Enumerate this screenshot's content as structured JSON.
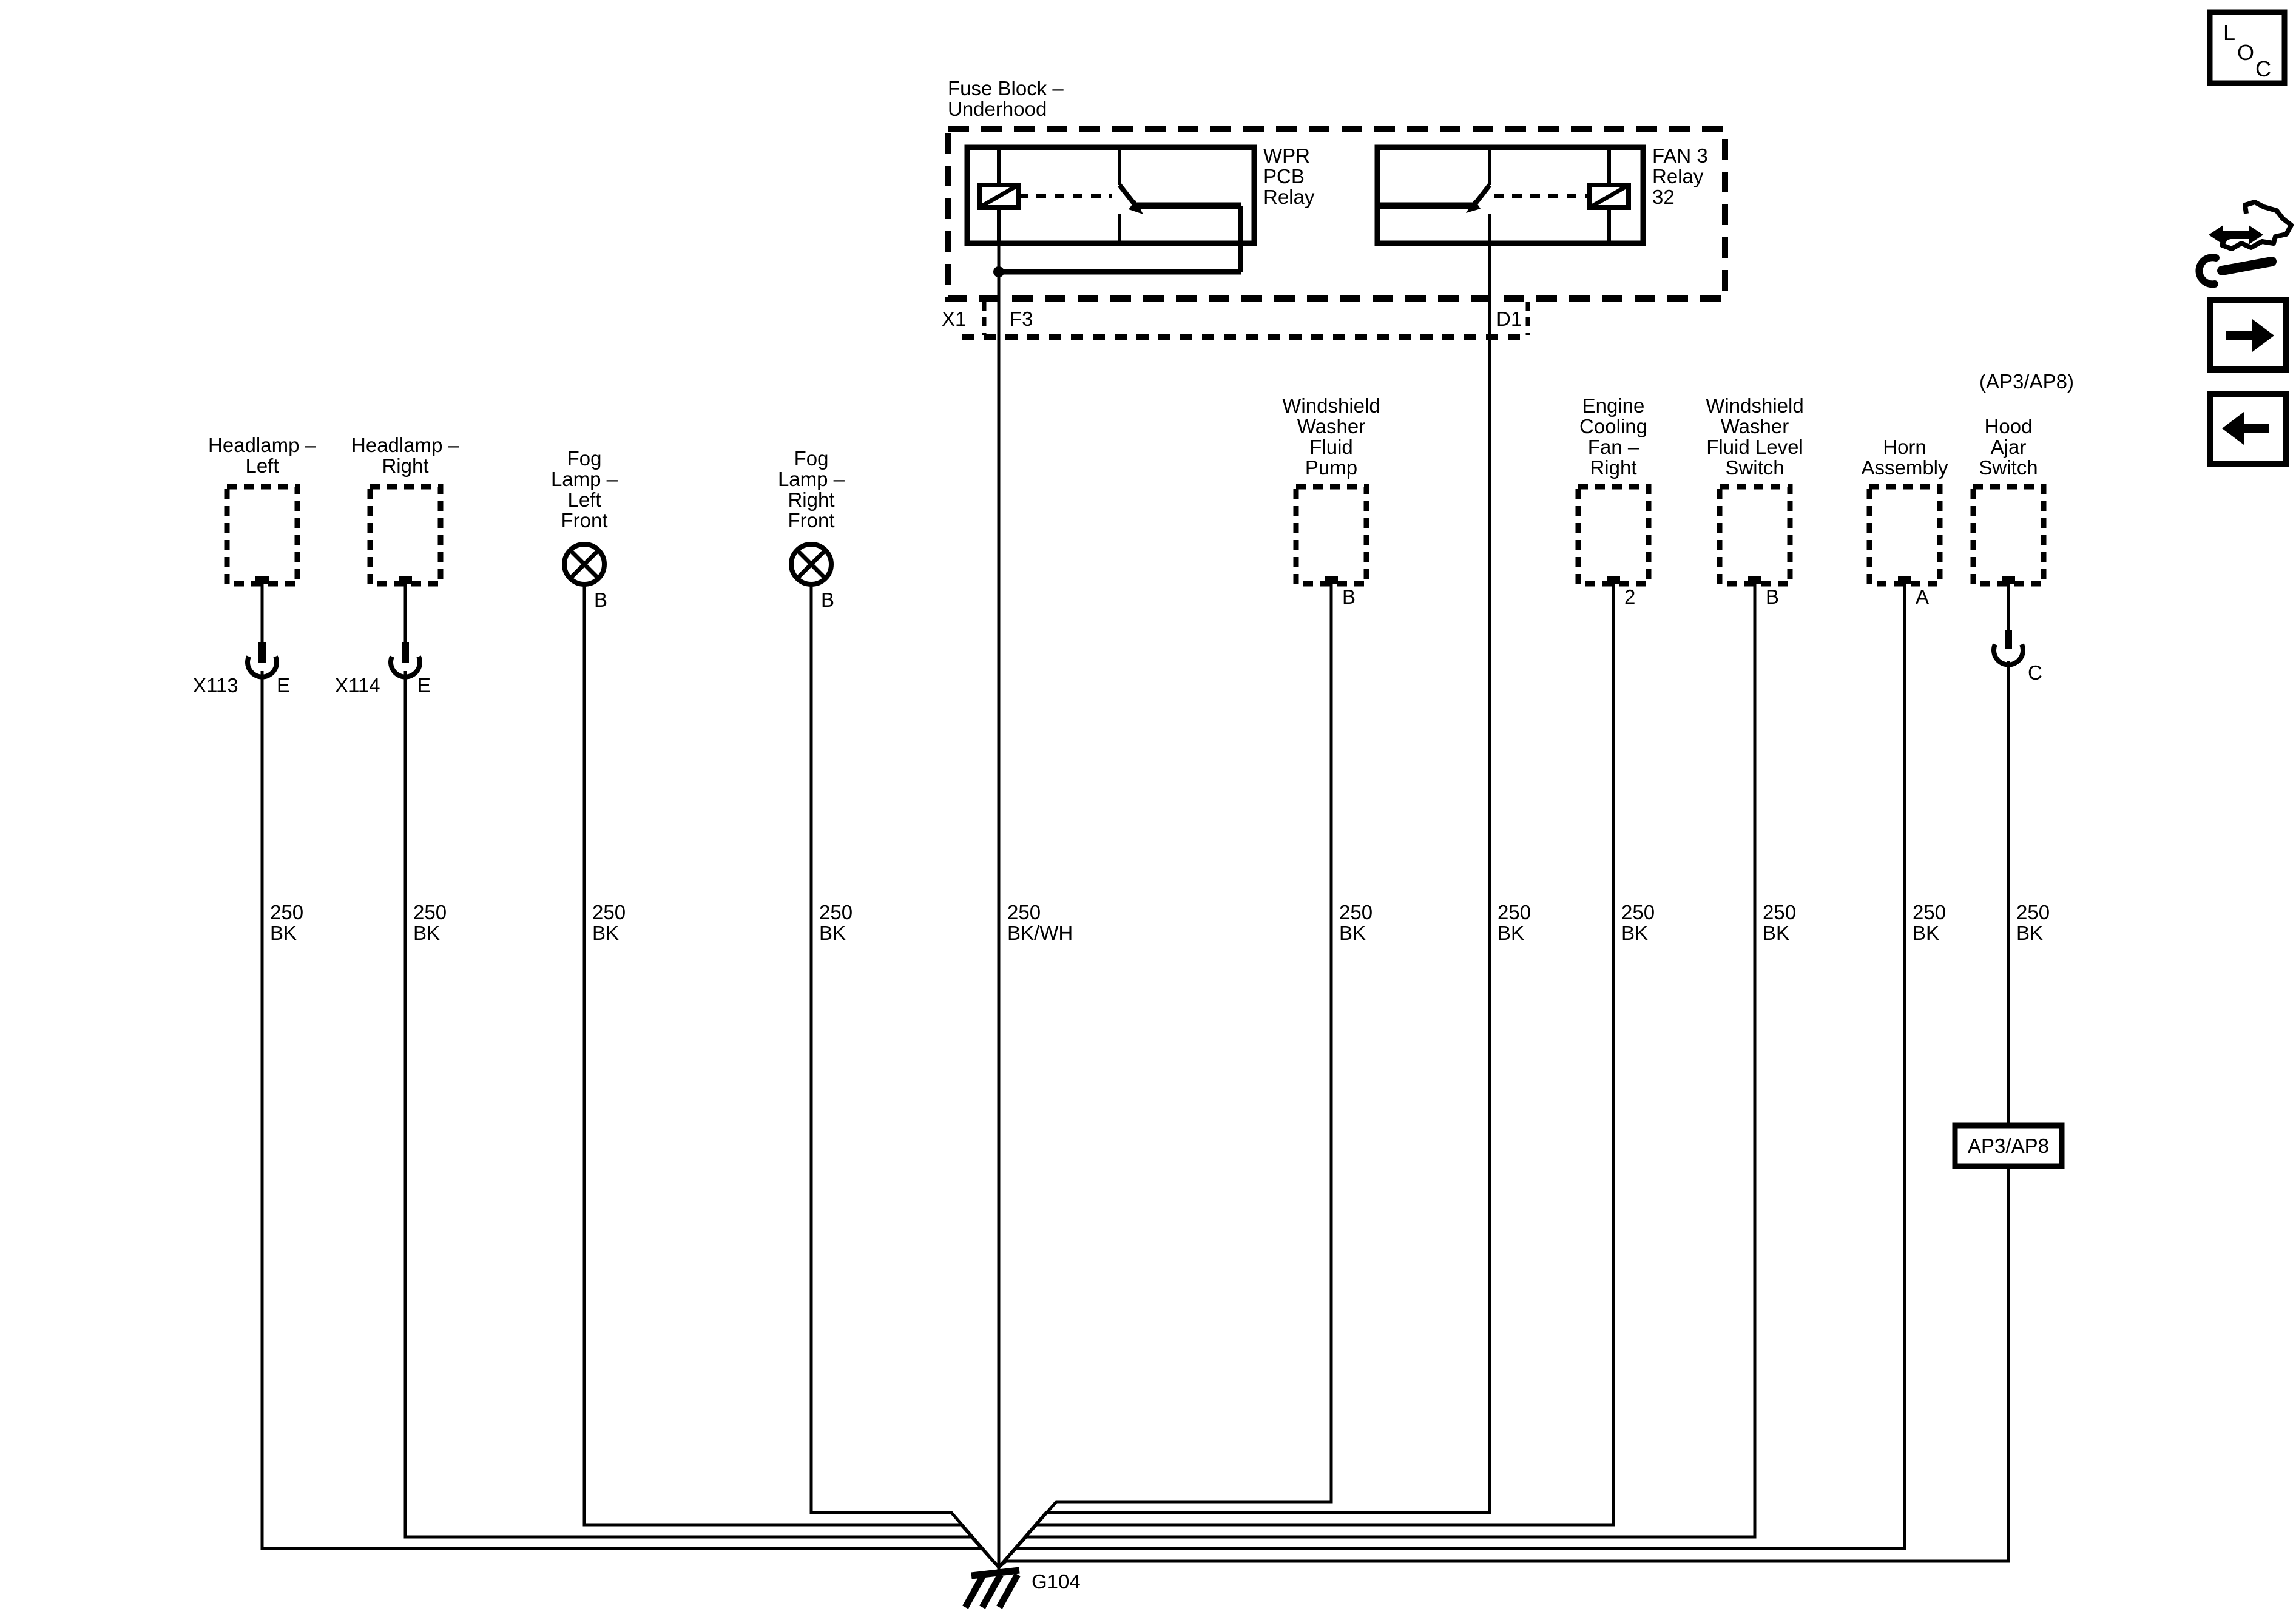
{
  "diagram": {
    "fuse_block": {
      "label_line1": "Fuse Block –",
      "label_line2": "Underhood"
    },
    "wpr_relay": {
      "line1": "WPR",
      "line2": "PCB",
      "line3": "Relay"
    },
    "fan_relay": {
      "line1": "FAN 3",
      "line2": "Relay",
      "line3": "32"
    },
    "connector_strip": {
      "x1": "X1",
      "f3": "F3",
      "d1": "D1"
    },
    "components": {
      "headlamp_left": {
        "line1": "Headlamp –",
        "line2": "Left"
      },
      "headlamp_right": {
        "line1": "Headlamp –",
        "line2": "Right"
      },
      "fog_lamp_left": {
        "line1": "Fog",
        "line2": "Lamp –",
        "line3": "Left",
        "line4": "Front",
        "pin": "B"
      },
      "fog_lamp_right": {
        "line1": "Fog",
        "line2": "Lamp –",
        "line3": "Right",
        "line4": "Front",
        "pin": "B"
      },
      "washer_pump": {
        "line1": "Windshield",
        "line2": "Washer",
        "line3": "Fluid",
        "line4": "Pump",
        "pin": "B"
      },
      "cooling_fan": {
        "line1": "Engine",
        "line2": "Cooling",
        "line3": "Fan –",
        "line4": "Right",
        "pin": "2"
      },
      "washer_level": {
        "line1": "Windshield",
        "line2": "Washer",
        "line3": "Fluid Level",
        "line4": "Switch",
        "pin": "B"
      },
      "horn": {
        "line1": "Horn",
        "line2": "Assembly",
        "pin": "A"
      },
      "hood_ajar": {
        "line1": "Hood",
        "line2": "Ajar",
        "line3": "Switch",
        "pin": "C",
        "harness_note": "(AP3/AP8)",
        "inline_connector": "AP3/AP8"
      }
    },
    "inline_connectors": {
      "x113": {
        "name": "X113",
        "pin": "E"
      },
      "x114": {
        "name": "X114",
        "pin": "E"
      }
    },
    "wires": {
      "hl_left": {
        "gauge": "250",
        "color": "BK"
      },
      "hl_right": {
        "gauge": "250",
        "color": "BK"
      },
      "fog_left": {
        "gauge": "250",
        "color": "BK"
      },
      "fog_right": {
        "gauge": "250",
        "color": "BK"
      },
      "f3": {
        "gauge": "250",
        "color": "BK/WH"
      },
      "pump": {
        "gauge": "250",
        "color": "BK"
      },
      "d1": {
        "gauge": "250",
        "color": "BK"
      },
      "fan": {
        "gauge": "250",
        "color": "BK"
      },
      "level": {
        "gauge": "250",
        "color": "BK"
      },
      "horn": {
        "gauge": "250",
        "color": "BK"
      },
      "hood": {
        "gauge": "250",
        "color": "BK"
      }
    },
    "ground": {
      "name": "G104"
    },
    "nav": {
      "loc_l": "L",
      "loc_o": "O",
      "loc_c": "C"
    }
  }
}
